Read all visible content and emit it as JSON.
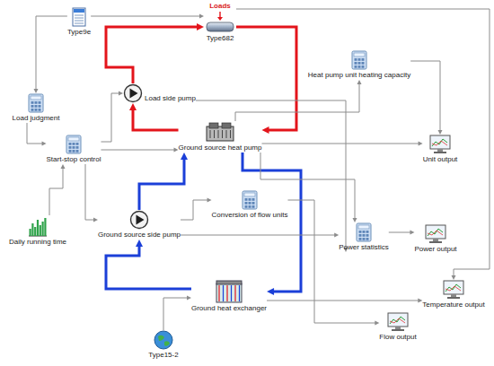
{
  "diagram": {
    "nodes": [
      {
        "text": [
          "Type9e"
        ]
      },
      {
        "text": [
          "Loads",
          "Type682"
        ]
      },
      {
        "text": [
          "Load side pump"
        ]
      },
      {
        "text": [
          "Heat pump unit heating capacity"
        ]
      },
      {
        "text": [
          "Load judgment"
        ]
      },
      {
        "text": [
          "Ground source heat pump"
        ]
      },
      {
        "text": [
          "Unit output"
        ]
      },
      {
        "text": [
          "Start-stop control"
        ]
      },
      {
        "text": [
          "Daily running time"
        ]
      },
      {
        "text": [
          "Ground source side pump"
        ]
      },
      {
        "text": [
          "Conversion of flow units"
        ]
      },
      {
        "text": [
          "Power statistics"
        ]
      },
      {
        "text": [
          "Power output"
        ]
      },
      {
        "text": [
          "Ground heat exchanger"
        ]
      },
      {
        "text": [
          "Temperature output"
        ]
      },
      {
        "text": [
          "Flow output"
        ]
      },
      {
        "text": [
          "Type15-2"
        ]
      }
    ],
    "edges": [
      {
        "from": 5,
        "to": 2,
        "arrow": "to"
      },
      {
        "from": 2,
        "to": 1,
        "arrow": "to"
      },
      {
        "from": 1,
        "to": 5,
        "arrow": "to"
      },
      {
        "from": 5,
        "to": 13,
        "arrow": "to"
      },
      {
        "from": 13,
        "to": 9,
        "arrow": "to"
      },
      {
        "from": 9,
        "to": 5,
        "arrow": "to"
      },
      {
        "from": 0,
        "to": 4,
        "arrow": "to"
      },
      {
        "from": 0,
        "to": 1,
        "arrow": "to"
      },
      {
        "from": 1,
        "to": 14,
        "arrow": "to"
      },
      {
        "from": 4,
        "to": 7,
        "arrow": "to"
      },
      {
        "from": 8,
        "to": 7,
        "arrow": "to"
      },
      {
        "from": 7,
        "to": 2,
        "arrow": "to"
      },
      {
        "from": 7,
        "to": 5,
        "arrow": "to"
      },
      {
        "from": 7,
        "to": 9,
        "arrow": "to"
      },
      {
        "from": 5,
        "to": 3,
        "arrow": "to"
      },
      {
        "from": 3,
        "to": 6,
        "arrow": "to"
      },
      {
        "from": 5,
        "to": 6,
        "arrow": "to"
      },
      {
        "from": 9,
        "to": 10,
        "arrow": "to"
      },
      {
        "from": 10,
        "to": 15,
        "arrow": "to"
      },
      {
        "from": 2,
        "to": 11,
        "arrow": "to"
      },
      {
        "from": 5,
        "to": 11,
        "arrow": "to"
      },
      {
        "from": 9,
        "to": 11,
        "arrow": "to"
      },
      {
        "from": 11,
        "to": 12,
        "arrow": "to"
      },
      {
        "from": 13,
        "to": 14,
        "arrow": "to"
      },
      {
        "from": 16,
        "to": 13,
        "arrow": "to"
      }
    ]
  }
}
